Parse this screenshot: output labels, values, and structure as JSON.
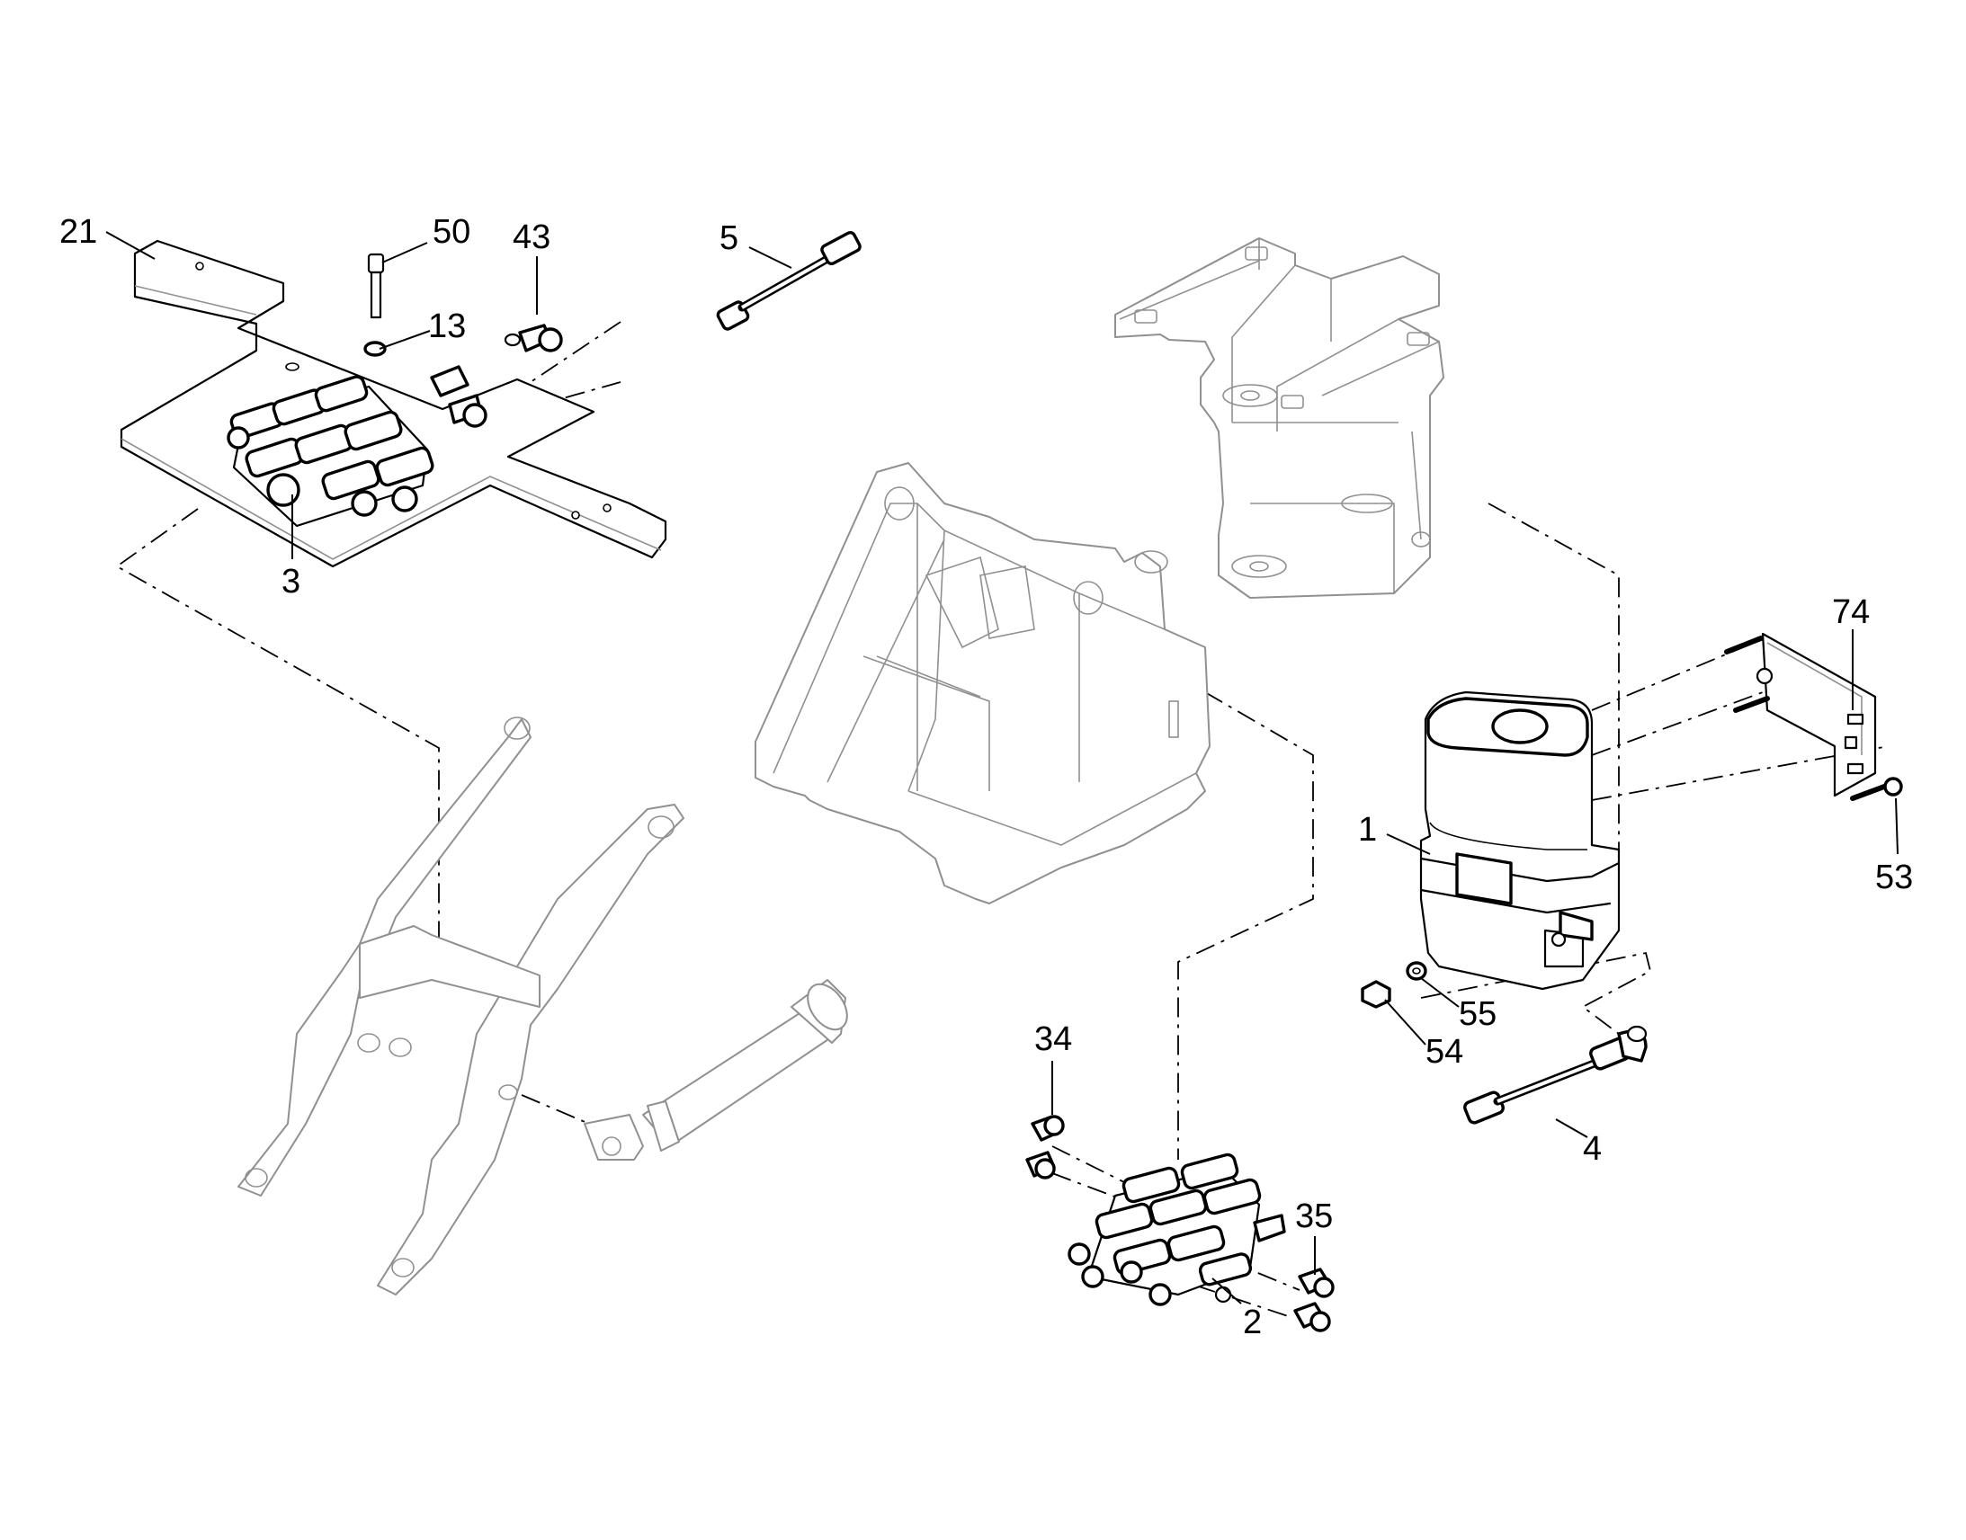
{
  "callouts": {
    "c21": "21",
    "c50": "50",
    "c13": "13",
    "c43": "43",
    "c5": "5",
    "c3": "3",
    "c74": "74",
    "c1": "1",
    "c53": "53",
    "c55": "55",
    "c54": "54",
    "c34": "34",
    "c4": "4",
    "c35": "35",
    "c2": "2"
  }
}
